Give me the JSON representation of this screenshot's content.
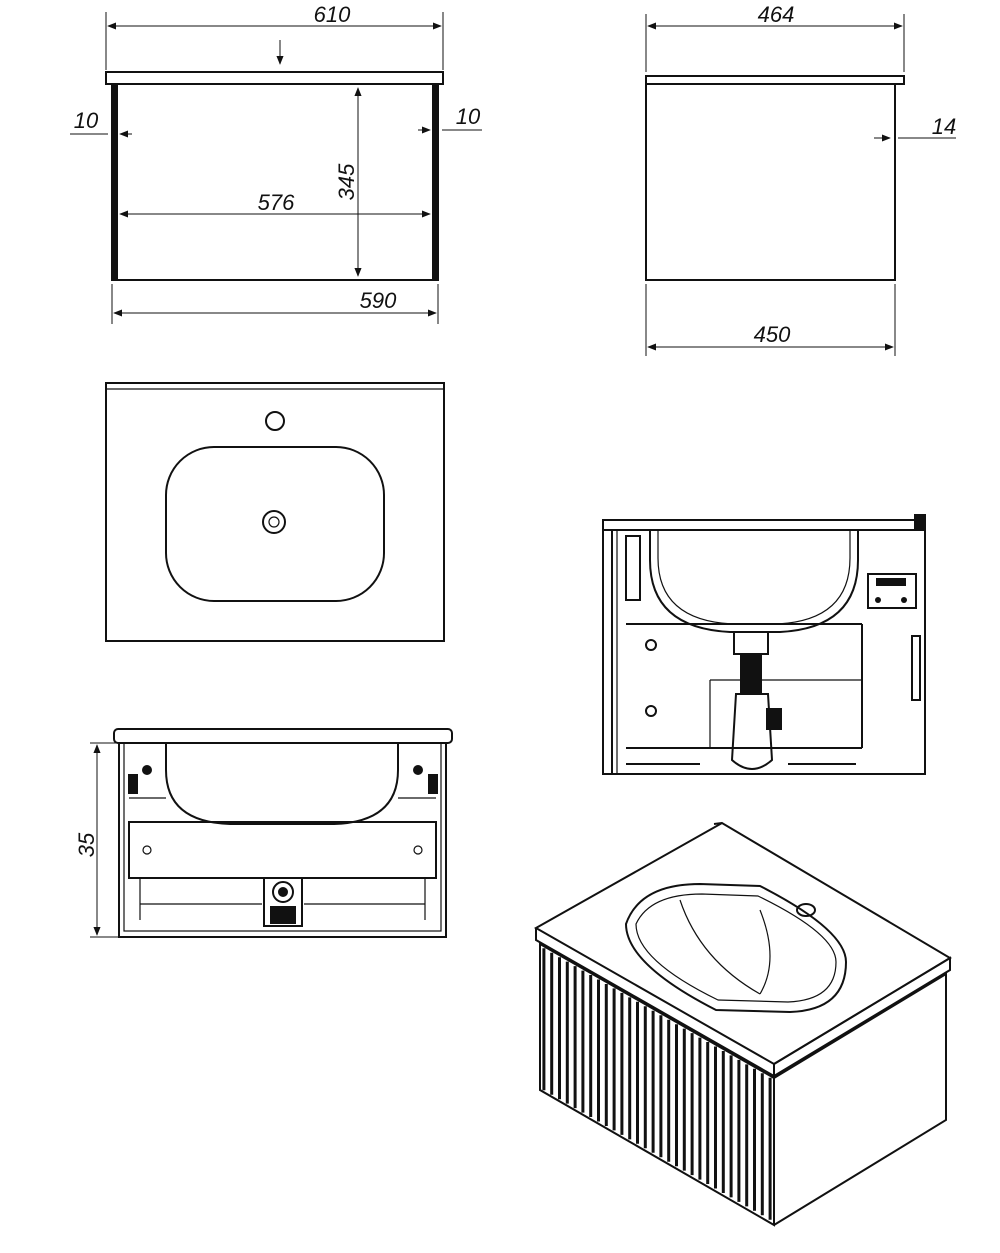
{
  "dimensions": {
    "front_top_width": "610",
    "front_side_left": "10",
    "front_side_right": "10",
    "front_height": "345",
    "front_inner_width": "576",
    "front_body_width": "590",
    "side_top_depth": "464",
    "side_overhang": "14",
    "side_body_depth": "450",
    "back_height": "35"
  },
  "colors": {
    "line": "#111111",
    "background": "#ffffff"
  }
}
